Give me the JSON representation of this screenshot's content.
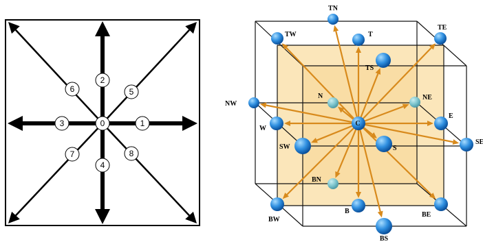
{
  "d2q9": {
    "directions": [
      {
        "index": "0"
      },
      {
        "index": "1"
      },
      {
        "index": "2"
      },
      {
        "index": "3"
      },
      {
        "index": "4"
      },
      {
        "index": "5"
      },
      {
        "index": "6"
      },
      {
        "index": "7"
      },
      {
        "index": "8"
      }
    ],
    "colors": {
      "stroke": "#000000",
      "circle_fill": "#ffffff"
    }
  },
  "d3q19": {
    "center_label": "C",
    "nodes": [
      {
        "label": "TN"
      },
      {
        "label": "TW"
      },
      {
        "label": "T"
      },
      {
        "label": "TE"
      },
      {
        "label": "TS"
      },
      {
        "label": "N"
      },
      {
        "label": "NE"
      },
      {
        "label": "NW"
      },
      {
        "label": "E"
      },
      {
        "label": "W"
      },
      {
        "label": "SW"
      },
      {
        "label": "S"
      },
      {
        "label": "SE"
      },
      {
        "label": "BN"
      },
      {
        "label": "BE"
      },
      {
        "label": "BW"
      },
      {
        "label": "B"
      },
      {
        "label": "BS"
      }
    ],
    "colors": {
      "arrow": "#d88a1c",
      "face_fill": "#fbe3b3",
      "cube_edge": "#111111",
      "sphere_light": "#a7dcff",
      "sphere_dark": "#0a4f9a",
      "sphere_dim_light": "#c9eef0",
      "sphere_dim_dark": "#4f9aa6"
    }
  }
}
